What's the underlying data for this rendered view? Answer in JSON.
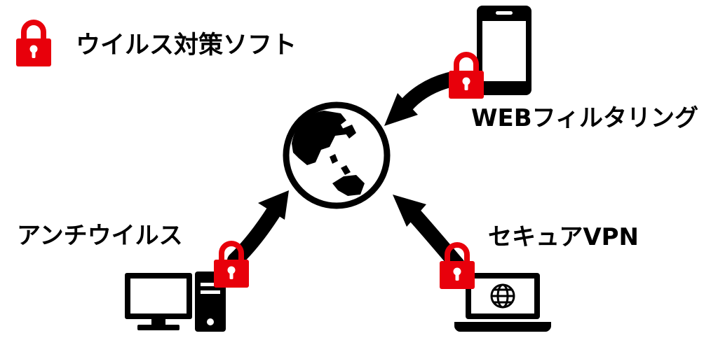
{
  "legend": {
    "label": "ウイルス対策ソフト",
    "icon": "padlock-icon"
  },
  "labels": {
    "web_filtering": "WEBフィルタリング",
    "antivirus": "アンチウイルス",
    "secure_vpn": "セキュアVPN"
  },
  "colors": {
    "lock": "#e8000b",
    "ink": "#000000",
    "background": "#ffffff"
  },
  "icons": {
    "center": "globe-icon",
    "top_right": "smartphone-icon",
    "bottom_left": "desktop-computer-icon",
    "bottom_right": "laptop-icon"
  }
}
